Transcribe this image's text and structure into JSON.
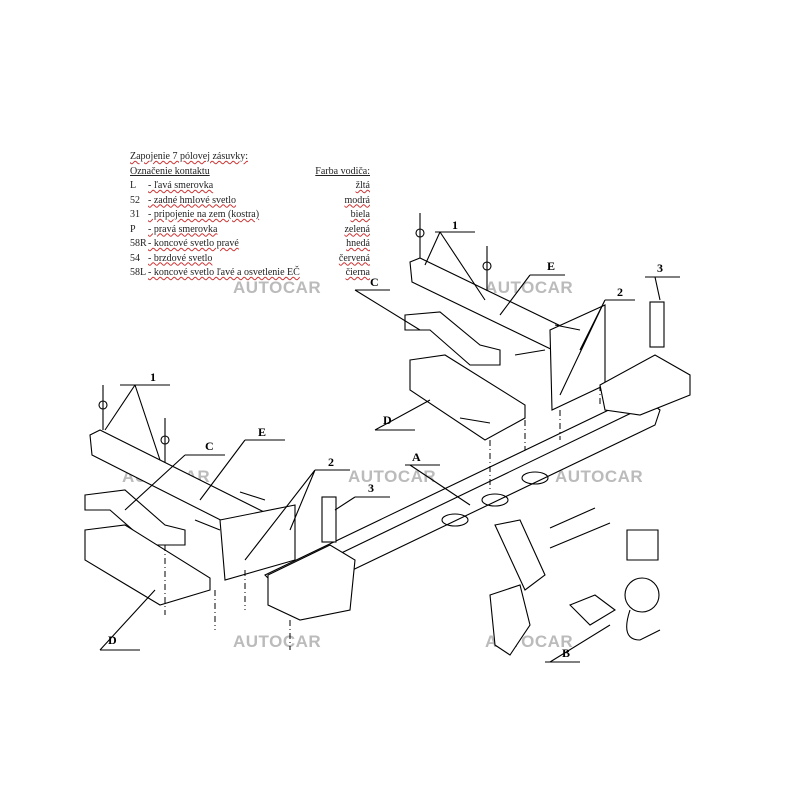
{
  "legend": {
    "title": "Zapojenie 7 pólovej zásuvky:",
    "col_contact": "Označenie kontaktu",
    "col_color": "Farba vodiča:",
    "rows": [
      {
        "code": "L",
        "desc": "- ľavá smerovka",
        "color": "žltá"
      },
      {
        "code": "52",
        "desc": "- zadné hmlové svetlo",
        "color": "modrá"
      },
      {
        "code": "31",
        "desc": "- pripojenie na zem (kostra)",
        "color": "biela"
      },
      {
        "code": "P",
        "desc": "- pravá smerovka",
        "color": "zelená"
      },
      {
        "code": "58R",
        "desc": "- koncové svetlo pravé",
        "color": "hnedá"
      },
      {
        "code": "54",
        "desc": "- brzdové svetlo",
        "color": "červená"
      },
      {
        "code": "58L",
        "desc": "- koncové svetlo ľavé a osvetlenie EČ",
        "color": "čierna"
      }
    ]
  },
  "watermark": "AUTOCAR",
  "part_labels": {
    "A": "A",
    "B": "B",
    "C": "C",
    "D": "D",
    "E": "E",
    "one": "1",
    "two": "2",
    "three": "3"
  }
}
